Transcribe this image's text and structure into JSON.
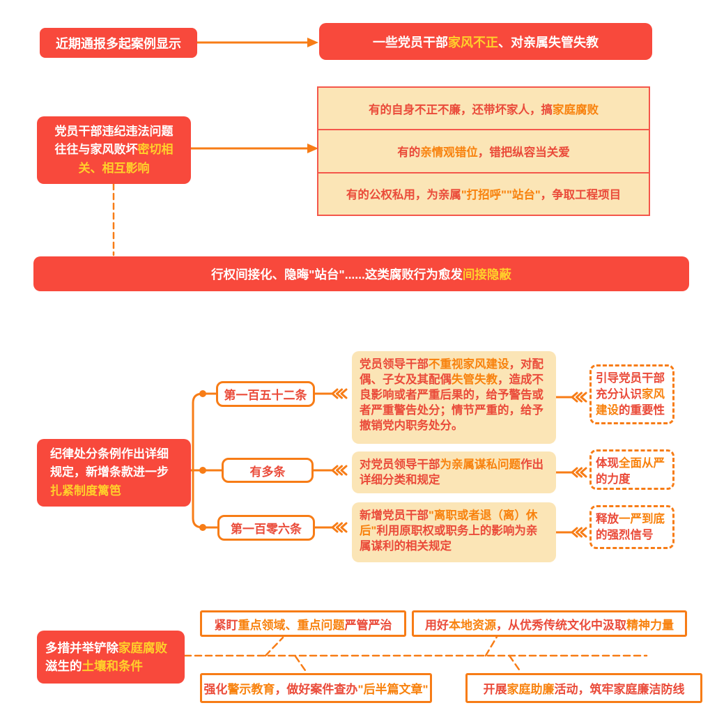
{
  "palette": {
    "box_red": "#f8493c",
    "highlight_yellow": "#ffd02b",
    "accent_orange": "#f77c16",
    "panel_beige": "#fbe5b6",
    "text_red": "#ea4b3a",
    "text_orange": "#f8820e"
  },
  "section1": {
    "case_box": [
      {
        "t": "近期通报多起案例显示",
        "c": "white"
      }
    ],
    "result_box": [
      {
        "t": "一些党员干部",
        "c": "white"
      },
      {
        "t": "家风不正",
        "c": "yellow"
      },
      {
        "t": "、对亲属失管失教",
        "c": "white"
      }
    ]
  },
  "section2": {
    "cause_box": [
      {
        "t": "党员干部违纪违法问题往往与家风败坏",
        "c": "white"
      },
      {
        "t": "密切相关、相互影响",
        "c": "yellow"
      }
    ],
    "example_rows": [
      {
        "segments": [
          {
            "t": "有的自身不正不廉，还带坏家人，搞",
            "c": "red"
          },
          {
            "t": "家庭腐败",
            "c": "orange"
          }
        ]
      },
      {
        "segments": [
          {
            "t": "有的",
            "c": "red"
          },
          {
            "t": "亲情观错位",
            "c": "orange"
          },
          {
            "t": "，错把纵容当关爱",
            "c": "red"
          }
        ]
      },
      {
        "segments": [
          {
            "t": "有的公权私用，为亲属",
            "c": "red"
          },
          {
            "t": "\"打招呼\"\"站台\"",
            "c": "orange"
          },
          {
            "t": "，争取工程项目",
            "c": "red"
          }
        ]
      }
    ],
    "banner": [
      {
        "t": "行权间接化、隐晦\"站台\"......这类腐败行为愈发",
        "c": "white"
      },
      {
        "t": "间接隐蔽",
        "c": "yellow"
      }
    ]
  },
  "section3": {
    "intro_box": [
      {
        "t": "纪律处分条例作出详细规定，新增条款进一步",
        "c": "white"
      },
      {
        "t": "扎紧制度篱笆",
        "c": "yellow"
      }
    ],
    "rows": [
      {
        "label": "第一百五十二条",
        "detail": [
          {
            "t": "党员领导干部",
            "c": "red"
          },
          {
            "t": "不重视家风建设",
            "c": "orange"
          },
          {
            "t": "，对配偶、子女及其配偶",
            "c": "red"
          },
          {
            "t": "失管失教",
            "c": "orange"
          },
          {
            "t": "，造成不良影响或者严重后果的，给予警告或者严重警告处分；情节严重的，给予撤销党内职务处分。",
            "c": "red"
          }
        ],
        "takeaway": [
          {
            "t": "引导党员干部充分认识",
            "c": "red"
          },
          {
            "t": "家风建设",
            "c": "orange"
          },
          {
            "t": "的重要性",
            "c": "red"
          }
        ]
      },
      {
        "label": "有多条",
        "detail": [
          {
            "t": "对党员领导干部",
            "c": "red"
          },
          {
            "t": "为亲属谋私问题",
            "c": "orange"
          },
          {
            "t": "作出详细分类和规定",
            "c": "red"
          }
        ],
        "takeaway": [
          {
            "t": "体现",
            "c": "red"
          },
          {
            "t": "全面从严",
            "c": "orange"
          },
          {
            "t": "的力度",
            "c": "red"
          }
        ]
      },
      {
        "label": "第一百零六条",
        "detail": [
          {
            "t": "新增党员干部",
            "c": "red"
          },
          {
            "t": "\"离职或者退（离）休后\"",
            "c": "orange"
          },
          {
            "t": "利用原职权或职务上的影响为亲属谋利的相关规定",
            "c": "red"
          }
        ],
        "takeaway": [
          {
            "t": "释放",
            "c": "red"
          },
          {
            "t": "一严到底",
            "c": "orange"
          },
          {
            "t": "的强烈信号",
            "c": "red"
          }
        ]
      }
    ]
  },
  "section4": {
    "measures_box": [
      {
        "t": "多措并举铲除",
        "c": "white"
      },
      {
        "t": "家庭腐败",
        "c": "yellow"
      },
      {
        "t": "滋生的",
        "c": "white"
      },
      {
        "t": "土壤和条件",
        "c": "yellow"
      }
    ],
    "measure_boxes": [
      {
        "segments": [
          {
            "t": "紧盯",
            "c": "red"
          },
          {
            "t": "重点领域、重点问题",
            "c": "orange"
          },
          {
            "t": "严管严治",
            "c": "red"
          }
        ]
      },
      {
        "segments": [
          {
            "t": "用好",
            "c": "red"
          },
          {
            "t": "本地资源",
            "c": "orange"
          },
          {
            "t": "，从优秀传统文化中汲取",
            "c": "red"
          },
          {
            "t": "精神力量",
            "c": "orange"
          }
        ]
      },
      {
        "segments": [
          {
            "t": "强化",
            "c": "red"
          },
          {
            "t": "警示教育",
            "c": "orange"
          },
          {
            "t": "，做好案件查办",
            "c": "red"
          },
          {
            "t": "\"后半篇文章\"",
            "c": "orange"
          }
        ]
      },
      {
        "segments": [
          {
            "t": "开展",
            "c": "red"
          },
          {
            "t": "家庭助廉",
            "c": "orange"
          },
          {
            "t": "活动，筑牢家庭廉洁防线",
            "c": "red"
          }
        ]
      }
    ]
  }
}
